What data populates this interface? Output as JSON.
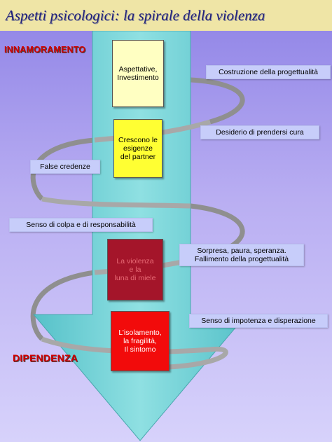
{
  "title": "Aspetti psicologici: la spirale della violenza",
  "stages": {
    "start": "INNAMORAMENTO",
    "end": "DIPENDENZA"
  },
  "boxes": [
    {
      "text": "Aspettative,\nInvestimento",
      "fill": "#ffffc2",
      "color": "#000000"
    },
    {
      "text": "Crescono le\nesigenze\ndel partner",
      "fill": "#ffff33",
      "color": "#000000"
    },
    {
      "text": "La violenza\ne la\nluna di miele",
      "fill": "#a4152a",
      "color": "#e86a75"
    },
    {
      "text": "L’isolamento,\nla fragilità,\nIl sintomo",
      "fill": "#f20b0b",
      "color": "#ffffff"
    }
  ],
  "labels": [
    "Costruzione della progettualità",
    "Desiderio  di prendersi cura",
    "False credenze",
    "Senso di colpa e di responsabilità",
    "Sorpresa, paura, speranza.\nFallimento della progettualità",
    "Senso di impotenza e disperazione"
  ],
  "colors": {
    "arrow": "#7fd3d8",
    "spiral": "#a0a0a0",
    "title_band": "#efe5a6",
    "stage_text": "#d10000"
  }
}
